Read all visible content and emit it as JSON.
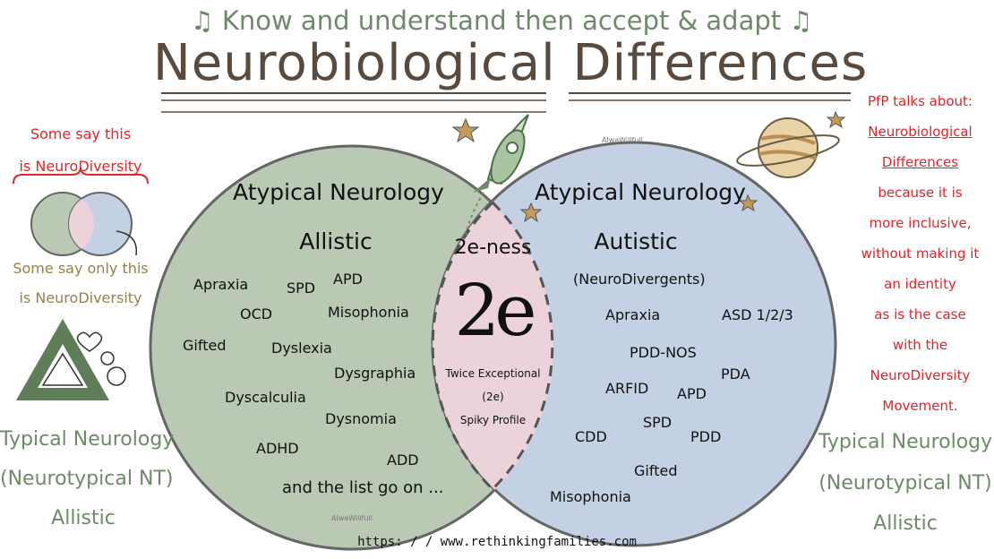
{
  "header": {
    "subtitle": "Know and understand then accept & adapt",
    "title": "Neurobiological Differences",
    "note_icon": "music-note-icon"
  },
  "left_panel": {
    "some_say": [
      "Some say this",
      "is NeuroDiversity"
    ],
    "some_say_only": [
      "Some say only this",
      "is NeuroDiversity"
    ],
    "typical": [
      "Typical Neurology",
      "(Neurotypical NT)",
      "Allistic"
    ]
  },
  "right_panel": {
    "pfp": [
      "PfP talks about:",
      "Neurobiological",
      "Differences",
      "because it is",
      "more inclusive,",
      "without making it",
      "an identity",
      "as is the case",
      "with the",
      "NeuroDiversity",
      "Movement."
    ],
    "typical": [
      "Typical Neurology",
      "(Neurotypical NT)",
      "Allistic"
    ]
  },
  "left_circle": {
    "heading": "Atypical Neurology",
    "subheading": "Allistic",
    "items": [
      "Apraxia",
      "SPD",
      "APD",
      "OCD",
      "Misophonia",
      "Gifted",
      "Dyslexia",
      "Dysgraphia",
      "Dyscalculia",
      "Dysnomia",
      "ADHD",
      "ADD"
    ],
    "footer": "and the list go on ...",
    "watermark": "AlwaWillfull"
  },
  "right_circle": {
    "heading": "Atypical Neurology",
    "subheading": "Autistic",
    "note": "(NeuroDivergents)",
    "items": [
      "Apraxia",
      "ASD 1/2/3",
      "PDD-NOS",
      "PDA",
      "ARFID",
      "APD",
      "SPD",
      "CDD",
      "PDD",
      "Gifted",
      "Misophonia"
    ],
    "watermark": "AlwaWillfull"
  },
  "overlap": {
    "heading": "2e-ness",
    "logo": "2e",
    "lines": [
      "Twice Exceptional",
      "(2e)",
      "Spiky Profile"
    ]
  },
  "footer": {
    "url": "https: / / www.rethinkingfamilies.com"
  },
  "colors": {
    "green_circle": "#b9c9b3",
    "blue_circle": "#c4d0e3",
    "overlap": "#ecd3d9",
    "red_text": "#e0252b",
    "green_text": "#6f8a6a",
    "title_brown": "#5a4a3e"
  }
}
